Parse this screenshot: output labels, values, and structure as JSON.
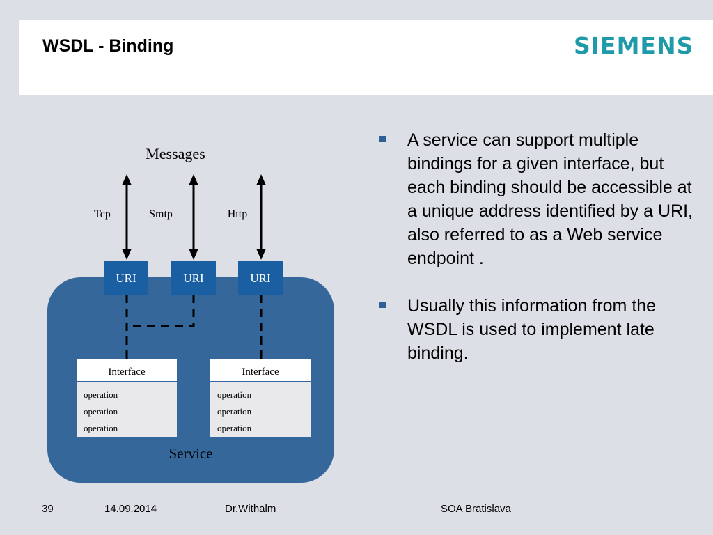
{
  "header": {
    "title": "WSDL - Binding",
    "logo_text": "SIEMENS",
    "logo_color": "#1f9aa9"
  },
  "diagram": {
    "messages_label": "Messages",
    "protocols": [
      "Tcp",
      "Smtp",
      "Http"
    ],
    "uri_label": "URI",
    "interface_title": "Interface",
    "operation_label": "operation",
    "service_label": "Service",
    "service_color": "#35679a",
    "uri_box_color": "#1b5fa3"
  },
  "bullets": [
    "A service can support multiple bindings for a given interface, but each binding should be accessible at a unique address identified by a URI, also referred to as a Web service endpoint .",
    "Usually this information from the WSDL is used to implement late binding."
  ],
  "footer": {
    "page": "39",
    "date": "14.09.2014",
    "author": "Dr.Withalm",
    "event": "SOA Bratislava"
  }
}
